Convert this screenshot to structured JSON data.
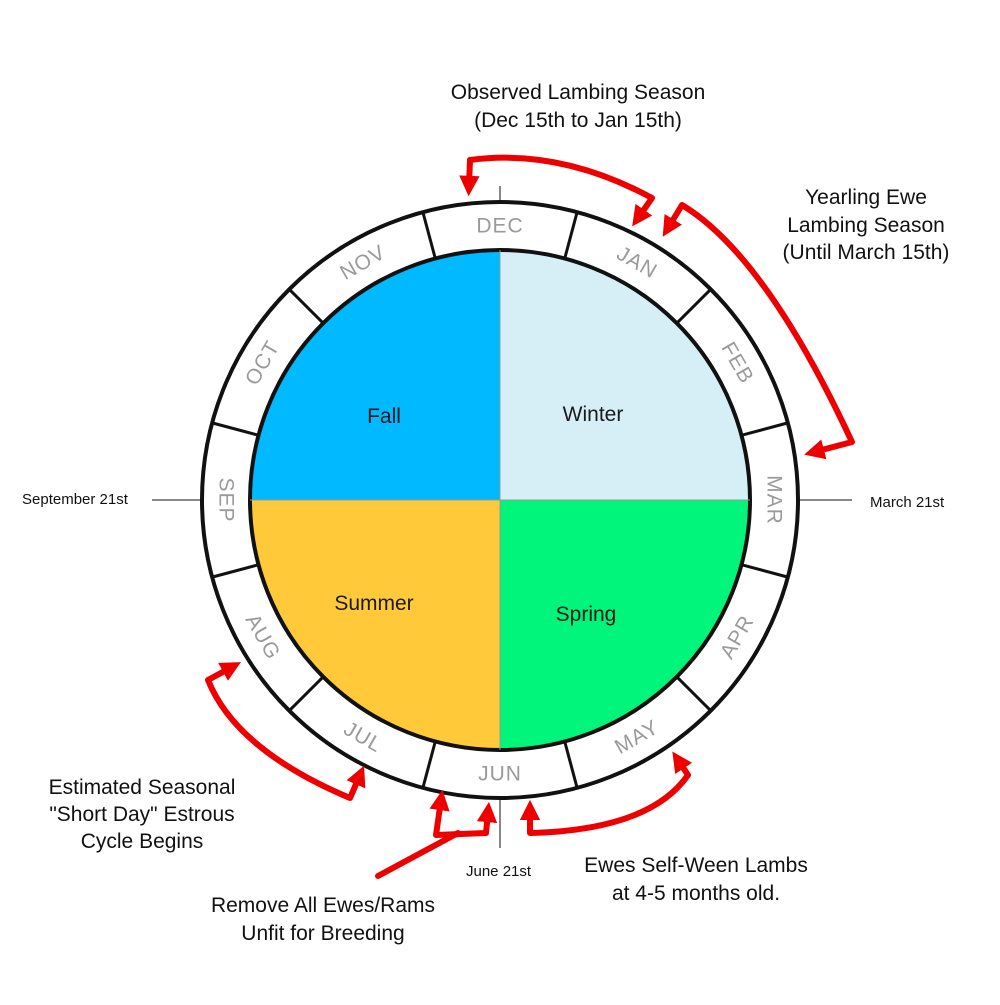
{
  "wheel": {
    "months": [
      "DEC",
      "JAN",
      "FEB",
      "MAR",
      "APR",
      "MAY",
      "JUN",
      "JUL",
      "AUG",
      "SEP",
      "OCT",
      "NOV"
    ],
    "seasons": [
      {
        "label": "Winter",
        "color": "#d6eff7"
      },
      {
        "label": "Spring",
        "color": "#00f57a"
      },
      {
        "label": "Summer",
        "color": "#ffc93a"
      },
      {
        "label": "Fall",
        "color": "#00b9ff"
      }
    ]
  },
  "axis_labels": {
    "right": "March 21st",
    "left": "September 21st",
    "bottom": "June 21st"
  },
  "annotations": {
    "lambing": {
      "line1": "Observed Lambing Season",
      "line2": "(Dec 15th to Jan 15th)"
    },
    "yearling": {
      "line1": "Yearling Ewe",
      "line2": "Lambing Season",
      "line3": "(Until March 15th)"
    },
    "estrous": {
      "line1": "Estimated Seasonal",
      "line2": "\"Short Day\" Estrous",
      "line3": "Cycle Begins"
    },
    "remove": {
      "line1": "Remove All Ewes/Rams",
      "line2": "Unfit for Breeding"
    },
    "wean": {
      "line1": "Ewes Self-Ween Lambs",
      "line2": "at 4-5 months old."
    }
  },
  "colors": {
    "arrow": "#ee0000",
    "ring": "#111111",
    "axis": "#888888"
  }
}
